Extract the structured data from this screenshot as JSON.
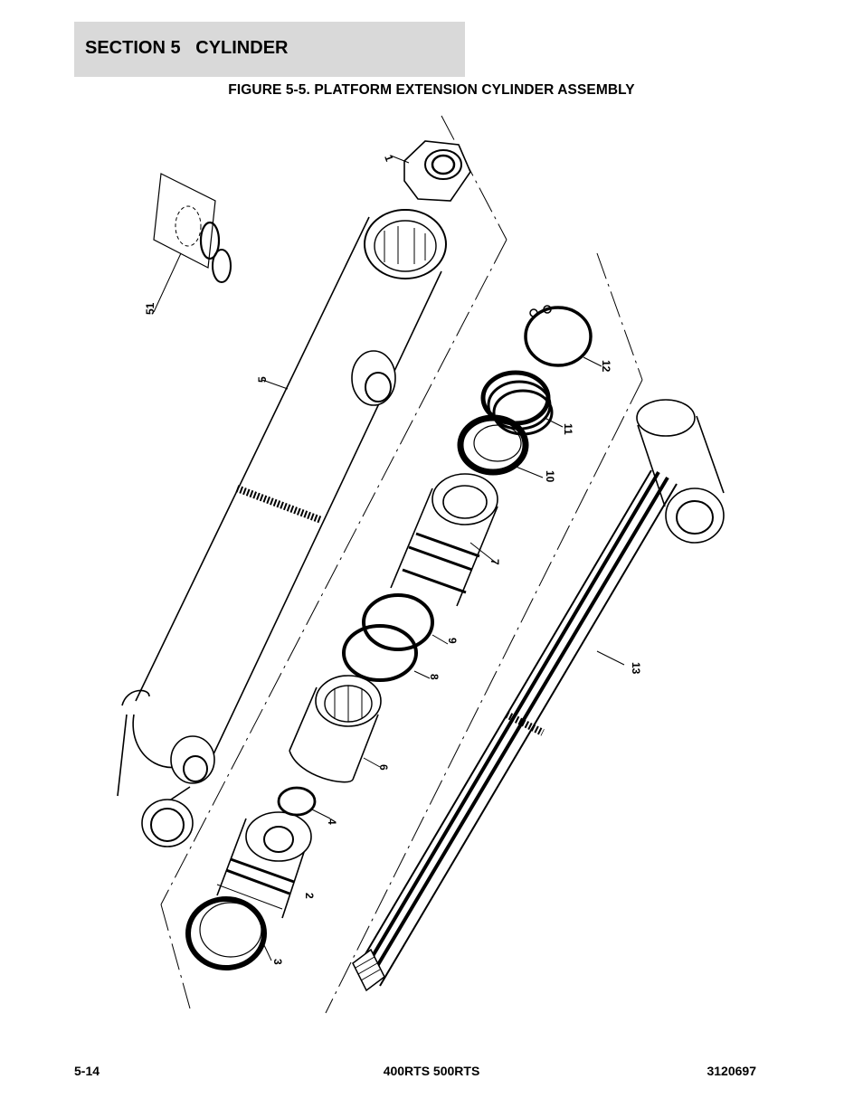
{
  "header": {
    "section_title": "SECTION 5   CYLINDER",
    "figure_title": "FIGURE 5-5. PLATFORM EXTENSION CYLINDER ASSEMBLY"
  },
  "callouts": {
    "c1": "1",
    "c2": "2",
    "c3": "3",
    "c4": "4",
    "c5": "5",
    "c6": "6",
    "c7": "7",
    "c8": "8",
    "c9": "9",
    "c10": "10",
    "c11": "11",
    "c12": "12",
    "c13": "13",
    "c51": "51"
  },
  "footer": {
    "page_number": "5-14",
    "models": "400RTS 500RTS",
    "doc_number": "3120697"
  }
}
